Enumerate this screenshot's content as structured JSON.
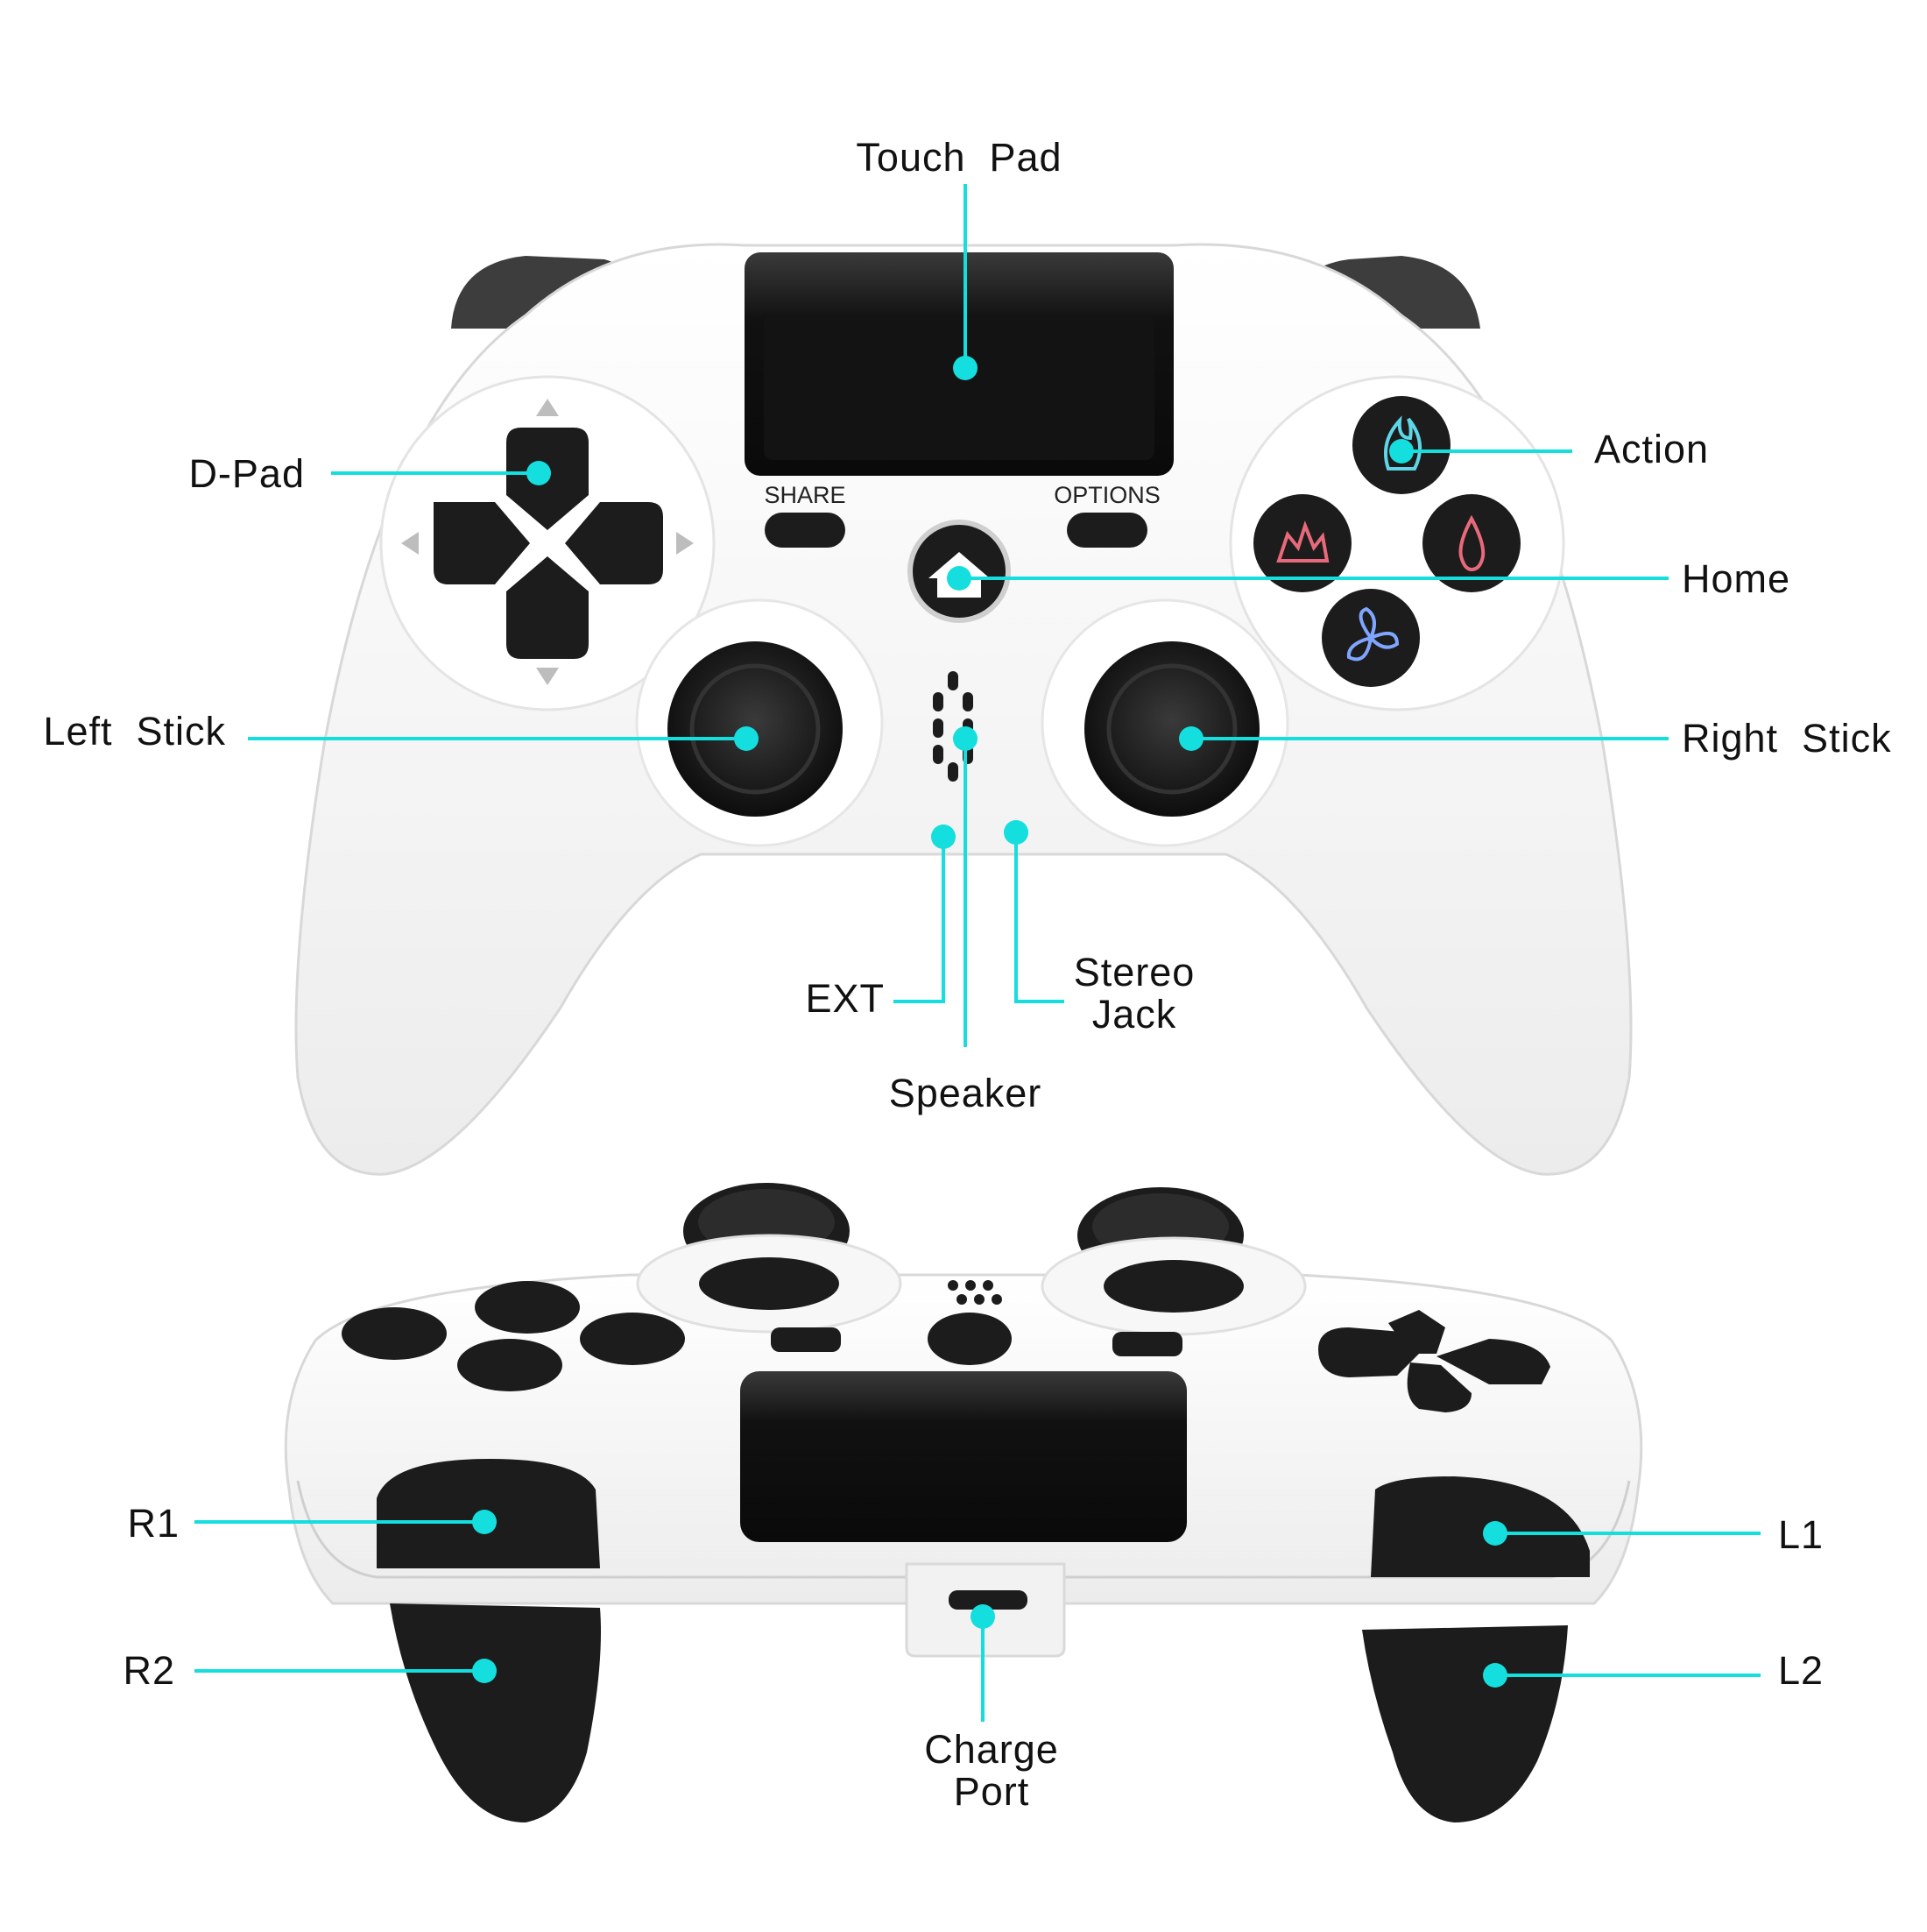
{
  "colors": {
    "accent": "#14dede",
    "body": "#f4f4f4",
    "button_dark": "#1c1c1c",
    "text": "#111111"
  },
  "front_view": {
    "printed_labels": {
      "share": "SHARE",
      "options": "OPTIONS"
    }
  },
  "callouts": {
    "touch_pad": "Touch  Pad",
    "d_pad": "D-Pad",
    "action": "Action",
    "home": "Home",
    "left_stick": "Left  Stick",
    "right_stick": "Right  Stick",
    "ext": "EXT",
    "stereo_jack_line1": "Stereo",
    "stereo_jack_line2": "Jack",
    "speaker": "Speaker",
    "r1": "R1",
    "r2": "R2",
    "l1": "L1",
    "l2": "L2",
    "charge_port_line1": "Charge",
    "charge_port_line2": "Port"
  }
}
